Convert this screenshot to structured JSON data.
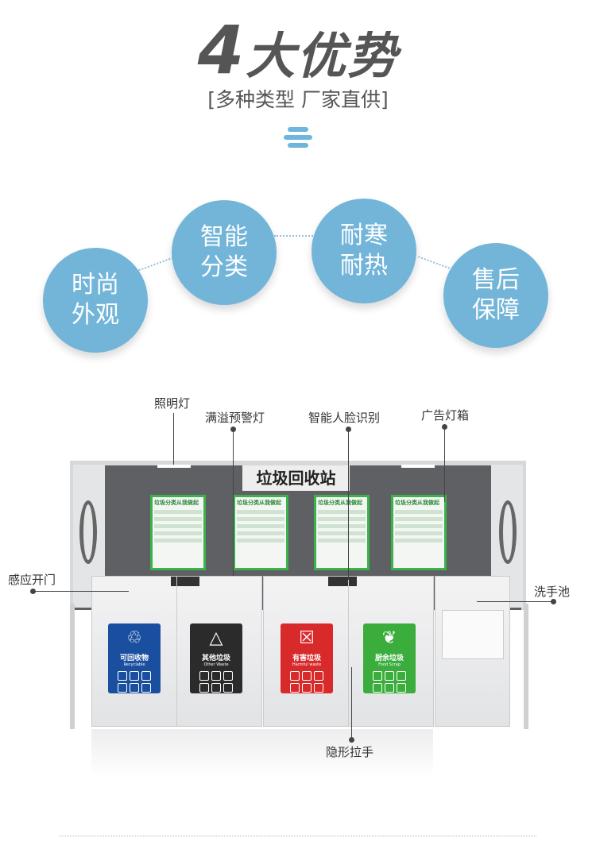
{
  "header": {
    "number": "4",
    "title": "大优势",
    "subtitle": "[多种类型 厂家直供]"
  },
  "advantages": [
    {
      "l1": "时尚",
      "l2": "外观"
    },
    {
      "l1": "智能",
      "l2": "分类"
    },
    {
      "l1": "耐寒",
      "l2": "耐热"
    },
    {
      "l1": "售后",
      "l2": "保障"
    }
  ],
  "accent": "#72b5d9",
  "product": {
    "sign": "垃圾回收站",
    "poster_title": "垃圾分类从我做起",
    "bins": [
      {
        "cn": "可回收物",
        "en": "Recyclable",
        "color": "#1a4fa0"
      },
      {
        "cn": "其他垃圾",
        "en": "Other Waste",
        "color": "#2b2b2b"
      },
      {
        "cn": "有害垃圾",
        "en": "Harmful waste",
        "color": "#d8292b"
      },
      {
        "cn": "厨余垃圾",
        "en": "Food Scrap",
        "color": "#3aad3c"
      }
    ]
  },
  "callouts": {
    "light": "照明灯",
    "overflow": "满溢预警灯",
    "face": "智能人脸识别",
    "lightbox": "广告灯箱",
    "sensor": "感应开门",
    "sink": "洗手池",
    "handle": "隐形拉手"
  }
}
